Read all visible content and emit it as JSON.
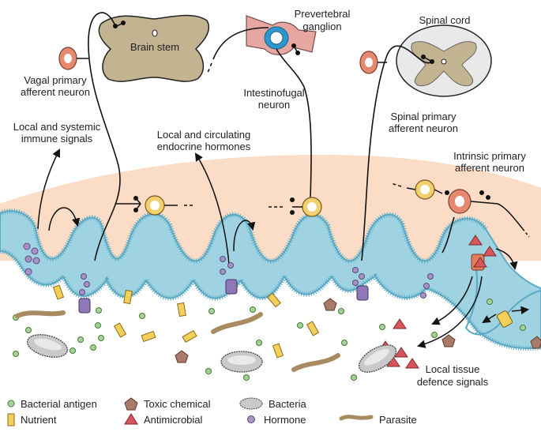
{
  "labels": {
    "brain_stem": "Brain stem",
    "prevertebral_line1": "Prevertebral",
    "prevertebral_line2": "ganglion",
    "spinal_cord": "Spinal cord",
    "vagal_line1": "Vagal primary",
    "vagal_line2": "afferent neuron",
    "intestinofugal_line1": "Intestinofugal",
    "intestinofugal_line2": "neuron",
    "spinal_primary_line1": "Spinal primary",
    "spinal_primary_line2": "afferent neuron",
    "immune_line1": "Local and systemic",
    "immune_line2": "immune signals",
    "endocrine_line1": "Local and circulating",
    "endocrine_line2": "endocrine hormones",
    "intrinsic_line1": "Intrinsic primary",
    "intrinsic_line2": "afferent neuron",
    "defence_line1": "Local tissue",
    "defence_line2": "defence signals"
  },
  "legend": [
    {
      "label": "Bacterial antigen",
      "icon": "green-dot-icon"
    },
    {
      "label": "Toxic chemical",
      "icon": "brown-pentagon-icon"
    },
    {
      "label": "Bacteria",
      "icon": "bacteria-icon"
    },
    {
      "label": "Nutrient",
      "icon": "yellow-bar-icon"
    },
    {
      "label": "Antimicrobial",
      "icon": "red-triangle-icon"
    },
    {
      "label": "Hormone",
      "icon": "purple-dot-icon"
    },
    {
      "label": "Parasite",
      "icon": "worm-icon"
    }
  ],
  "colors": {
    "tissue": "#fbdcc6",
    "epithelium": "#9fd3e2",
    "epithelium_edge": "#5aa9c4",
    "brain": "#c2b391",
    "neuron_yellow": "#f3cf6e",
    "neuron_pink": "#e58a70",
    "ganglion": "#e7a7a1",
    "ganglion_center": "#2f97cf",
    "antigen": "#a3d39a",
    "toxic": "#a9796a",
    "nutrient": "#f4cf5a",
    "antimicrobial": "#d9545c",
    "hormone": "#a893c8",
    "parasite": "#a98b62",
    "bacteria": "#c9c9c9"
  }
}
